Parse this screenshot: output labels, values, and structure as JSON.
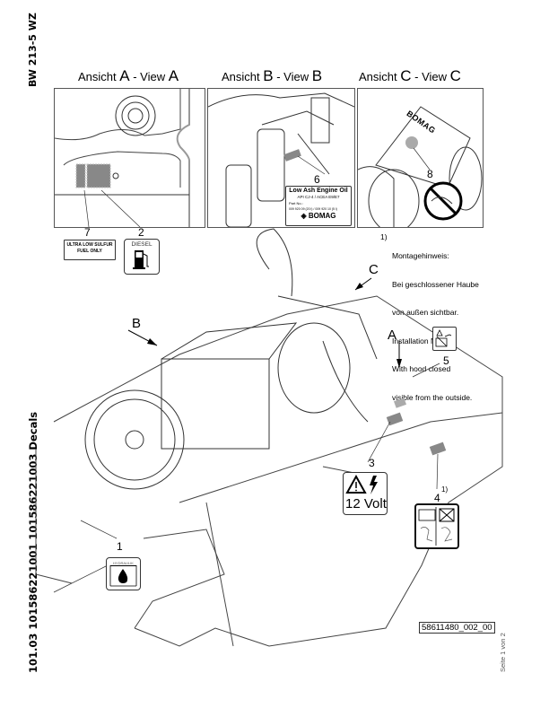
{
  "document": {
    "model": "BW 213-5 WZ",
    "section_code": "101.03 101586221001 101586221003 Decals",
    "drawing_number": "58611480_002_00",
    "page_label": "Seite 1 von 2"
  },
  "views": [
    {
      "prefix": "Ansicht ",
      "letter": "A",
      "sep": " - View ",
      "letter2": "A"
    },
    {
      "prefix": "Ansicht ",
      "letter": "B",
      "sep": " - View ",
      "letter2": "B"
    },
    {
      "prefix": "Ansicht ",
      "letter": "C",
      "sep": " - View ",
      "letter2": "C"
    }
  ],
  "view_arrows": {
    "a": "A",
    "b": "B",
    "c": "C"
  },
  "callouts": {
    "c1": "1",
    "c2": "2",
    "c3": "3",
    "c4": "4",
    "c4_note": "1)",
    "c5": "5",
    "c6": "6",
    "c7": "7",
    "c8": "8"
  },
  "decals": {
    "ulsd_line1": "ULTRA LOW SULFUR",
    "ulsd_line2": "FUEL ONLY",
    "diesel_label": "DIESEL",
    "oil_title": "Low Ash Engine Oil",
    "oil_spec": "API CJ-4 / ACEA E9/E7",
    "oil_part_label": "Part No.:",
    "oil_part_numbers": "009 920 09 (20 l) / 009 920 10 (5 l)",
    "oil_brand": "BOMAG",
    "volt_label": "12 Volt",
    "hydraulic_label": "HYDRAULIK",
    "hood_brand": "BOMAG"
  },
  "note": {
    "marker": "1)",
    "lines": [
      "Montagehinweis:",
      "Bei geschlossener Haube",
      "von außen sichtbar.",
      "Installation Note:",
      "With hood closed",
      "visible from the outside."
    ]
  }
}
